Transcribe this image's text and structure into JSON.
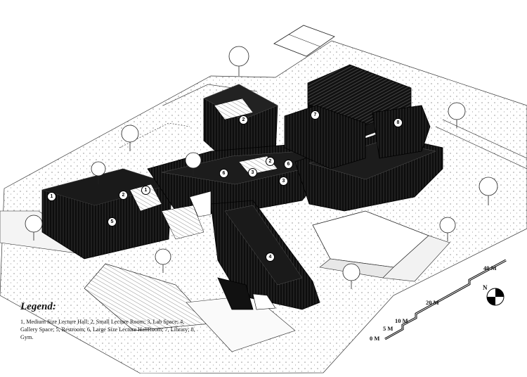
{
  "legend": {
    "title": "Legend:",
    "text": "1, Medium Size Lecture Hall; 2, Small Lecture Room; 3, Lab Space; 4, Gallery Space; 5, Restroom; 6, Large Size Lecture HallRoom; 7, Library; 8, Gym."
  },
  "scale_bar": {
    "labels": [
      "0 M",
      "5 M",
      "10 M",
      "20 M",
      "40 M"
    ]
  },
  "north": {
    "label": "N"
  },
  "room_markers": [
    "1",
    "2",
    "3",
    "4",
    "5",
    "6",
    "7",
    "8",
    "1",
    "2",
    "2",
    "3",
    "6"
  ],
  "colors": {
    "building": "#111111",
    "ground": "#ffffff",
    "line": "#000000"
  }
}
